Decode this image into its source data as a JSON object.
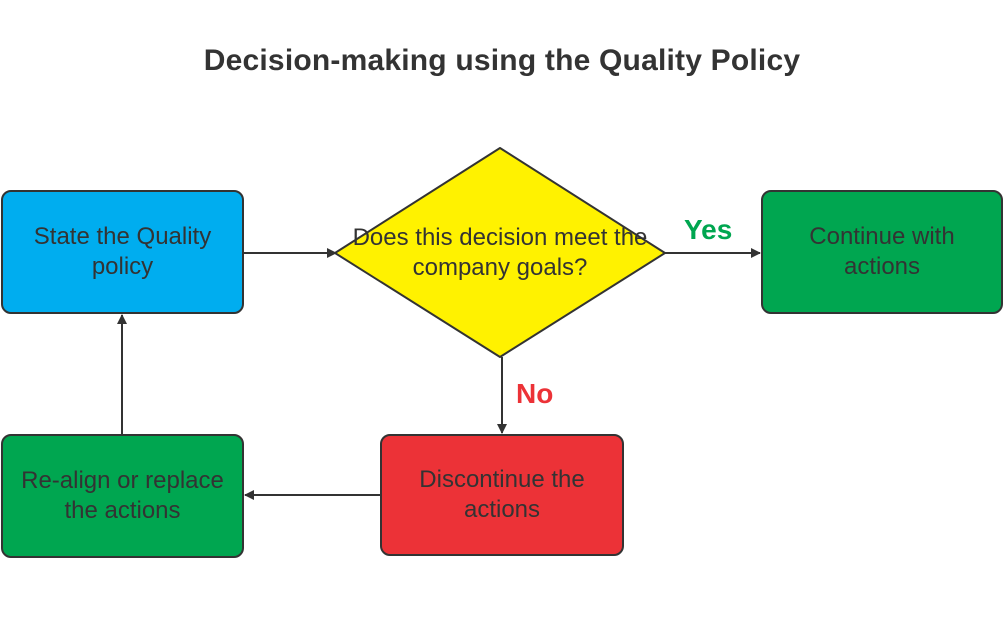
{
  "title": "Decision-making using the Quality Policy",
  "nodes": {
    "state_policy": "State the Quality policy",
    "decision": "Does this decision meet the company goals?",
    "continue": "Continue with actions",
    "discontinue": "Discontinue the actions",
    "realign": "Re-align or replace the actions"
  },
  "edge_labels": {
    "yes": "Yes",
    "no": "No"
  },
  "colors": {
    "state_policy": "#00adef",
    "decision": "#fff200",
    "continue": "#00a650",
    "discontinue": "#ec3237",
    "realign": "#00a650",
    "yes_label": "#00a650",
    "no_label": "#ec3237",
    "outline": "#333333"
  }
}
